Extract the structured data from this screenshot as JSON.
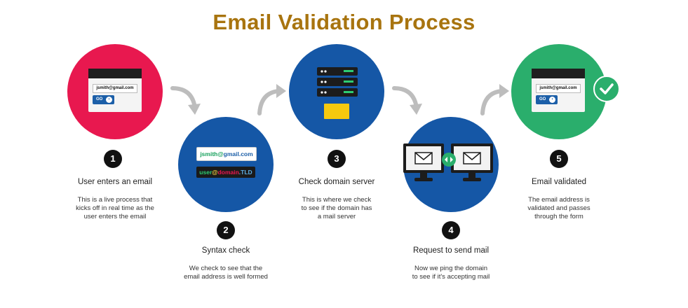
{
  "title": "Email Validation Process",
  "colors": {
    "title": "#a8740f",
    "red": "#e8184f",
    "blue": "#1557a6",
    "green": "#2aae6c"
  },
  "steps": [
    {
      "number": "1",
      "title": "User enters an email",
      "desc": [
        "This is a live process that",
        "kicks off in real time as the",
        "user enters the email"
      ]
    },
    {
      "number": "2",
      "title": "Syntax check",
      "desc": [
        "We check to see that the",
        "email address is well formed"
      ]
    },
    {
      "number": "3",
      "title": "Check domain server",
      "desc": [
        "This is where we check",
        "to see if the domain has",
        "a mail server"
      ]
    },
    {
      "number": "4",
      "title": "Request to send mail",
      "desc": [
        "Now we ping the domain",
        "to see if it's accepting mail"
      ]
    },
    {
      "number": "5",
      "title": "Email validated",
      "desc": [
        "The email address is",
        "validated and passes",
        "through the form"
      ]
    }
  ],
  "mock": {
    "email": "jsmith@gmail.com",
    "go_label": "GO",
    "syntax_user": "jsmith",
    "syntax_at": "@",
    "syntax_domain": "gmail.com",
    "pattern_user": "user",
    "pattern_at": "@",
    "pattern_domain": "domain",
    "pattern_tld": ".TLD"
  },
  "icons": [
    "browser-window-icon",
    "server-stack-icon",
    "envelope-icon",
    "monitor-icon",
    "sync-arrows-icon",
    "checkmark-icon",
    "curved-arrow-icon"
  ]
}
